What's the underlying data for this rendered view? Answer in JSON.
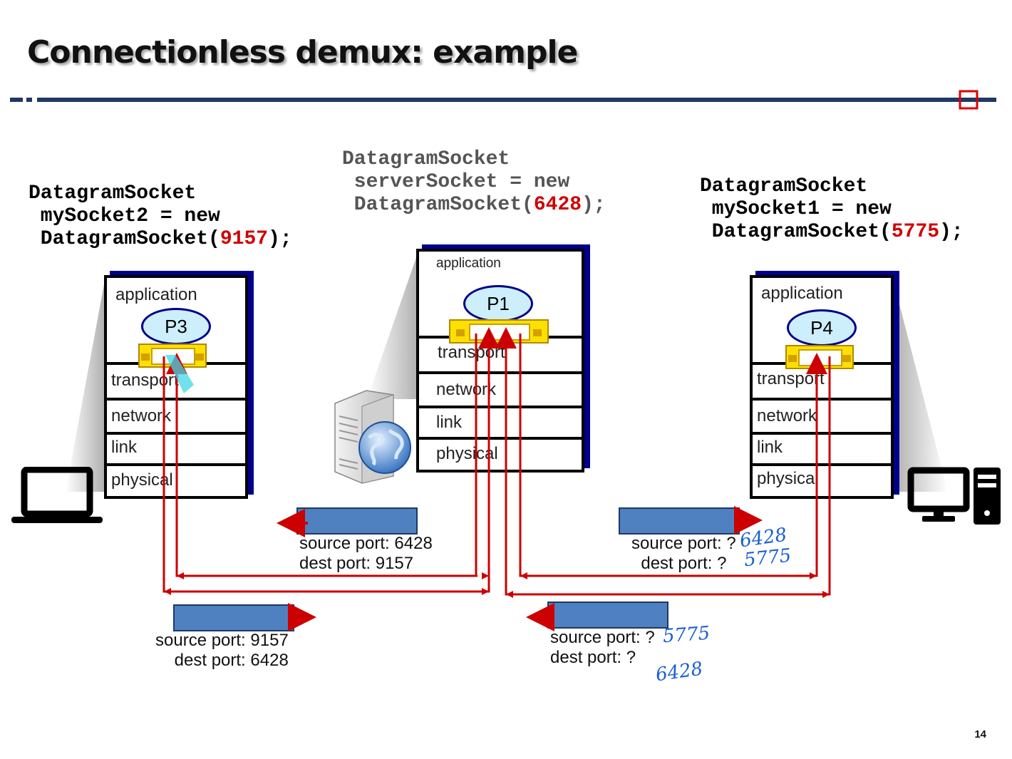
{
  "title": "Connectionless demux: example",
  "page_number": "14",
  "code": {
    "left": {
      "l1": "DatagramSocket",
      "l2": " mySocket2 = new",
      "l3a": " DatagramSocket(",
      "port": "9157",
      "l3b": ");"
    },
    "center": {
      "l1": "DatagramSocket",
      "l2": " serverSocket = new",
      "l3a": " DatagramSocket(",
      "port": "6428",
      "l3b": ");"
    },
    "right": {
      "l1": "DatagramSocket",
      "l2": " mySocket1 = new",
      "l3a": " DatagramSocket(",
      "port": "5775",
      "l3b": ");"
    }
  },
  "stacks": {
    "left": {
      "application": "application",
      "process": "P3",
      "transport": "transport",
      "network": "network",
      "link": "link",
      "physical": "physical"
    },
    "center": {
      "application": "application",
      "process": "P1",
      "transport": "transport",
      "network": "network",
      "link": "link",
      "physical": "physical"
    },
    "right": {
      "application": "application",
      "process": "P4",
      "transport": "transport",
      "network": "network",
      "link": "link",
      "physical": "physical"
    }
  },
  "segments": {
    "seg1": {
      "source": "source port: 6428",
      "dest": "dest port: 9157"
    },
    "seg2": {
      "source": "source port: 9157",
      "dest": "dest port: 6428"
    },
    "seg3": {
      "source": "source port: ?",
      "dest": "dest port: ?"
    },
    "seg4": {
      "source": "source port: ?",
      "dest": "dest port: ?"
    }
  },
  "handwriting": {
    "seg3_source": "6428",
    "seg3_dest": "5775",
    "seg4_source": "5775",
    "seg4_dest": "6428"
  },
  "colors": {
    "title_rule": "#1f3864",
    "arrow": "#cc0000",
    "port_number": "#d00000",
    "segment_fill": "#4f80c0",
    "process_fill": "#cdeefb",
    "socket_fill": "#ffe000",
    "stack_shadow": "#00008b",
    "handwriting": "#1a5fd0"
  },
  "icons": [
    "laptop-icon",
    "server-icon",
    "globe-icon",
    "desktop-computer-icon"
  ]
}
